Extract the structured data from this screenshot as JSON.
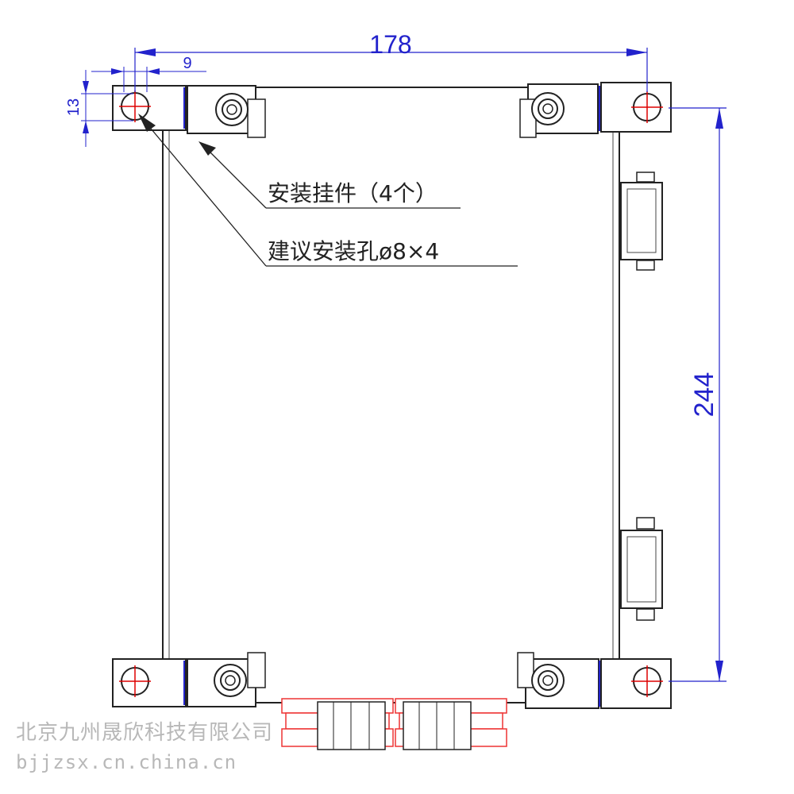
{
  "dimensions": {
    "width_total": "178",
    "hole_offset": "9",
    "hole_height": "13",
    "height_total": "244"
  },
  "callouts": {
    "bracket_label": "安装挂件（4个）",
    "hole_label": "建议安装孔ø8×4"
  },
  "watermark": {
    "company": "北京九州晟欣科技有限公司",
    "url": "bjjzsx.cn.china.cn"
  },
  "colors": {
    "outline": "#222222",
    "dimension": "#2222cc",
    "center_mark": "#dd0000",
    "gland_red": "#ee3333"
  }
}
